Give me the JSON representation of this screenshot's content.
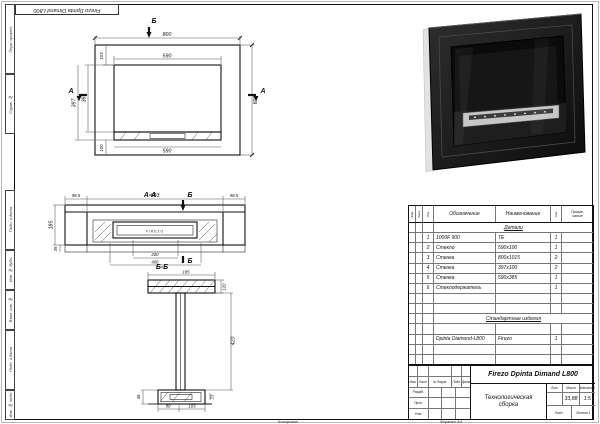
{
  "page": {
    "corner_designation": "Firezo Dpinta Dimand L800",
    "side_labels": [
      "Перв. примен.",
      "Справ. №",
      "Подп. и дата",
      "Инв. № дубл.",
      "Взам. инв. №",
      "Подп. и дата",
      "Инв. № подл."
    ],
    "footer": {
      "copy": "Копировал",
      "format": "Формат A4"
    }
  },
  "markers": {
    "a": "А",
    "b": "Б"
  },
  "front_view": {
    "dim_width": "800",
    "dim_top_offset": "103",
    "dim_opening_width": "590",
    "dim_opening_height": "365",
    "dim_shelf_height": "397",
    "dim_bottom_strip": "100",
    "dim_bottom_width": "590",
    "dim_height": "600"
  },
  "section_aa": {
    "label": "А-А",
    "dim_left": "98.5",
    "dim_middle": "603",
    "dim_right": "98.5",
    "dim_depth": "185",
    "dim_burner": "200",
    "dim_tray": "406",
    "dim_lip": "35",
    "burner_brand": "FIREZO"
  },
  "section_bb": {
    "label": "Б-Б",
    "dim_top_width": "185",
    "dim_top_depth": "120",
    "dim_height": "420",
    "dim_foot": "90",
    "dim_foot_height": "45",
    "dim_base": "103",
    "dim_small": "23"
  },
  "spec": {
    "columns": {
      "format": "Фор.",
      "zone": "Зона",
      "pos": "Поз.",
      "desig": "Обозначение",
      "name": "Наименование",
      "qty": "Кол.",
      "note1": "Приме-",
      "note2": "чание"
    },
    "sections": {
      "details": "Детали",
      "standard": "Стандартные изделия"
    },
    "rows": [
      {
        "section": "Детали"
      },
      {
        "pos": "1",
        "desig": "1000F 900",
        "name": "ТЕ",
        "qty": "1",
        "note": ""
      },
      {
        "pos": "2",
        "desig": "Стекло",
        "name": "590х100",
        "qty": "1",
        "note": ""
      },
      {
        "pos": "3",
        "desig": "Стенка",
        "name": "800х1015",
        "qty": "2",
        "note": ""
      },
      {
        "pos": "4",
        "desig": "Стенка",
        "name": "397х100",
        "qty": "2",
        "note": ""
      },
      {
        "pos": "5",
        "desig": "Стенка",
        "name": "590х385",
        "qty": "1",
        "note": ""
      },
      {
        "pos": "6",
        "desig": "Стеклодержатель",
        "name": "",
        "qty": "1",
        "note": ""
      },
      {
        "pos": "",
        "desig": "",
        "name": "",
        "qty": "",
        "note": ""
      },
      {
        "pos": "",
        "desig": "",
        "name": "",
        "qty": "",
        "note": ""
      },
      {
        "section": "Стандартные изделия"
      },
      {
        "pos": "",
        "desig": "",
        "name": "",
        "qty": "",
        "note": ""
      },
      {
        "pos": "",
        "desig": "Dpinta Diamond-L800",
        "name": "Firezo",
        "qty": "1",
        "note": ""
      },
      {
        "pos": "",
        "desig": "",
        "name": "",
        "qty": "",
        "note": ""
      },
      {
        "pos": "",
        "desig": "",
        "name": "",
        "qty": "",
        "note": ""
      }
    ]
  },
  "title_block": {
    "designation": "Firezo Dpinta Dimand L800",
    "doc_name": "Технологическая сборка",
    "rev_columns": [
      "Изм.",
      "Лист",
      "№ докум.",
      "Подп.",
      "Дата"
    ],
    "roles": [
      "Разраб.",
      "Пров.",
      "Утв."
    ],
    "lit_label": "Лит.",
    "mass_label": "Масса",
    "scale_label": "Масштаб",
    "mass_value": "33,88",
    "scale_value": "1:5",
    "sheet_label": "Лист",
    "sheets_label": "Листов 1"
  }
}
